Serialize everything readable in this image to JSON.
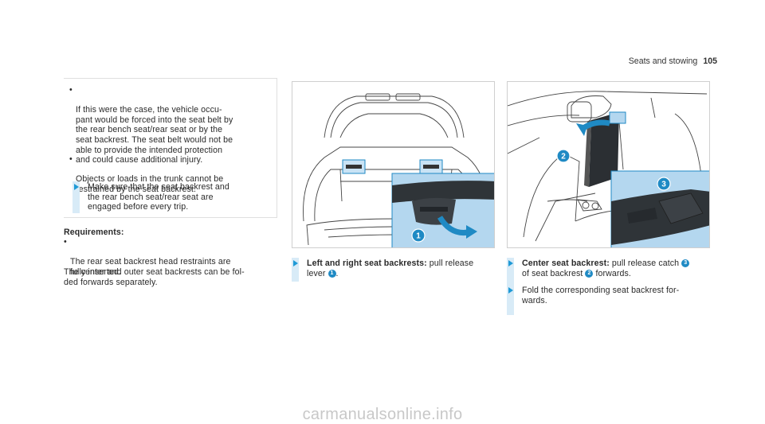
{
  "header": {
    "section": "Seats and stowing",
    "page_number": "105"
  },
  "col1": {
    "bullets": [
      "If this were the case, the vehicle occu-\npant would be forced into the seat belt by\nthe rear bench seat/rear seat or by the\nseat backrest. The seat belt would not be\nable to provide the intended protection\nand could cause additional injury.",
      "Objects or loads in the trunk cannot be\nrestrained by the seat backrest."
    ],
    "step": "Make sure that the seat backrest and\nthe rear bench seat/rear seat are\nengaged before every trip.",
    "requirements_title": "Requirements:",
    "requirement": "The rear seat backrest head restraints are\nfully inserted.",
    "paragraph": "The center and outer seat backrests can be fol-\nded forwards separately."
  },
  "col2": {
    "step_bold": "Left and right seat backrests:",
    "step_text1": " pull release",
    "step_text2": "lever ",
    "marker": "1",
    "step_text3": "."
  },
  "col3": {
    "step1_bold": "Center seat backrest:",
    "step1_text1": " pull release catch ",
    "marker3": "3",
    "step1_text2": "of seat backrest ",
    "marker2": "2",
    "step1_text3": " forwards.",
    "step2": "Fold the corresponding seat backrest for-\nwards."
  },
  "figures": {
    "fig1_callout": "1",
    "fig2_callout_a": "2",
    "fig2_callout_b": "3"
  },
  "colors": {
    "accent": "#1f9ad6",
    "callout_bg": "#b4d7ef",
    "step_bar": "#d8ebf7"
  },
  "footer": {
    "watermark": "carmanualsonline.info"
  }
}
